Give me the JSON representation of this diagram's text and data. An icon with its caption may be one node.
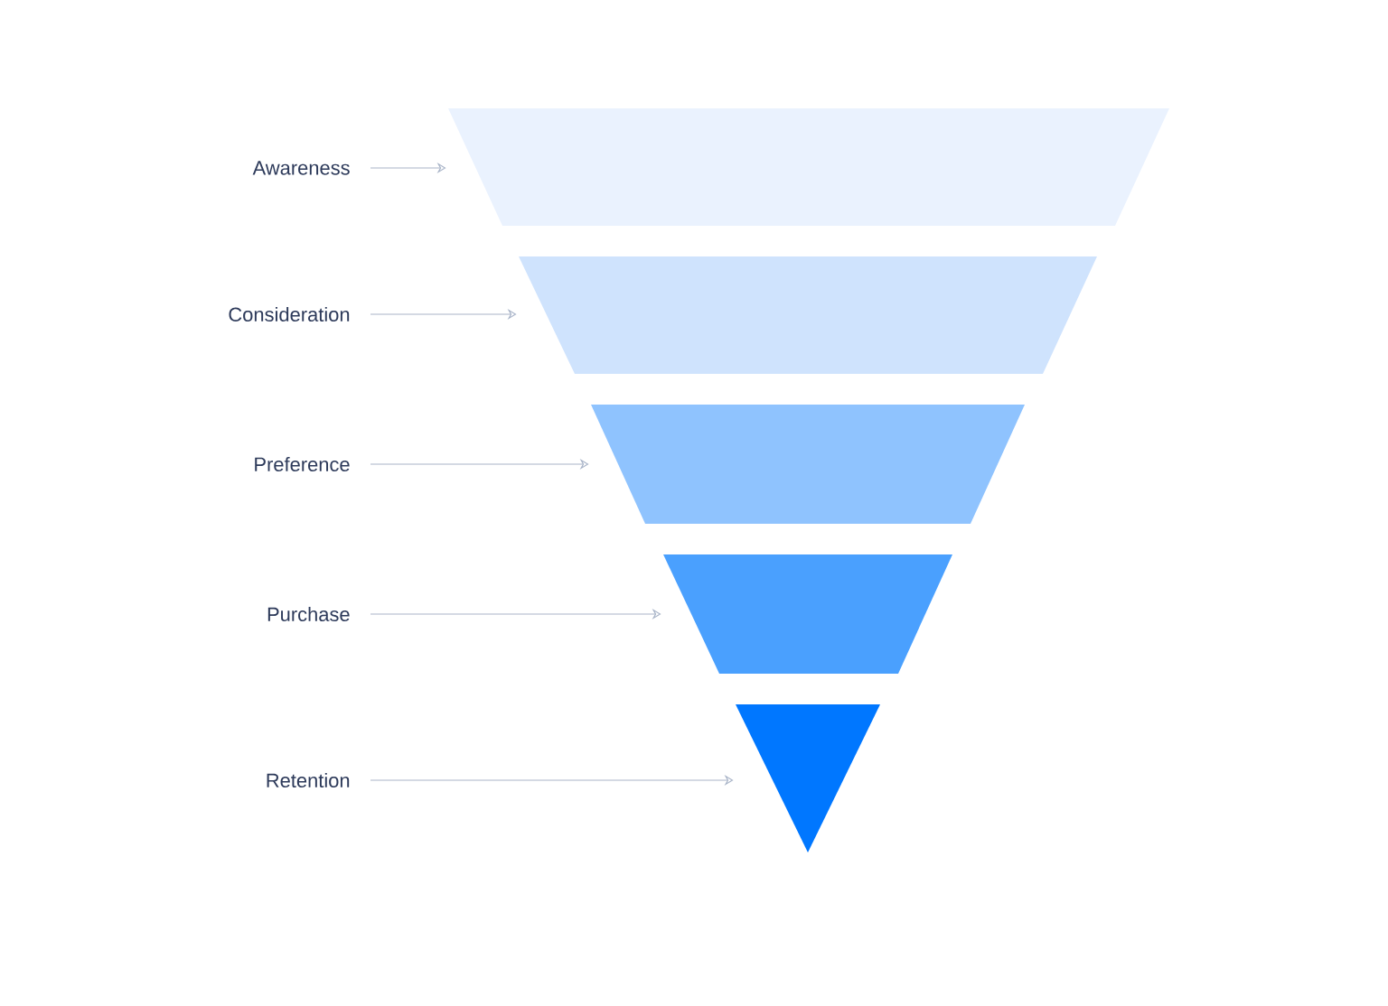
{
  "diagram": {
    "nodes": [
      {
        "text": [
          "Awareness"
        ]
      },
      {
        "text": [
          "Consideration"
        ]
      },
      {
        "text": [
          "Preference"
        ]
      },
      {
        "text": [
          "Purchase"
        ]
      },
      {
        "text": [
          "Retention"
        ]
      },
      {
        "text": [],
        "shape": "trapezoid"
      },
      {
        "text": [],
        "shape": "trapezoid"
      },
      {
        "text": [],
        "shape": "trapezoid"
      },
      {
        "text": [],
        "shape": "trapezoid"
      },
      {
        "text": [],
        "shape": "triangle"
      }
    ],
    "edges": [
      {
        "from": 0,
        "to": 5,
        "arrow": "to"
      },
      {
        "from": 1,
        "to": 6,
        "arrow": "to"
      },
      {
        "from": 2,
        "to": 7,
        "arrow": "to"
      },
      {
        "from": 3,
        "to": 8,
        "arrow": "to"
      },
      {
        "from": 4,
        "to": 9,
        "arrow": "to"
      }
    ]
  }
}
